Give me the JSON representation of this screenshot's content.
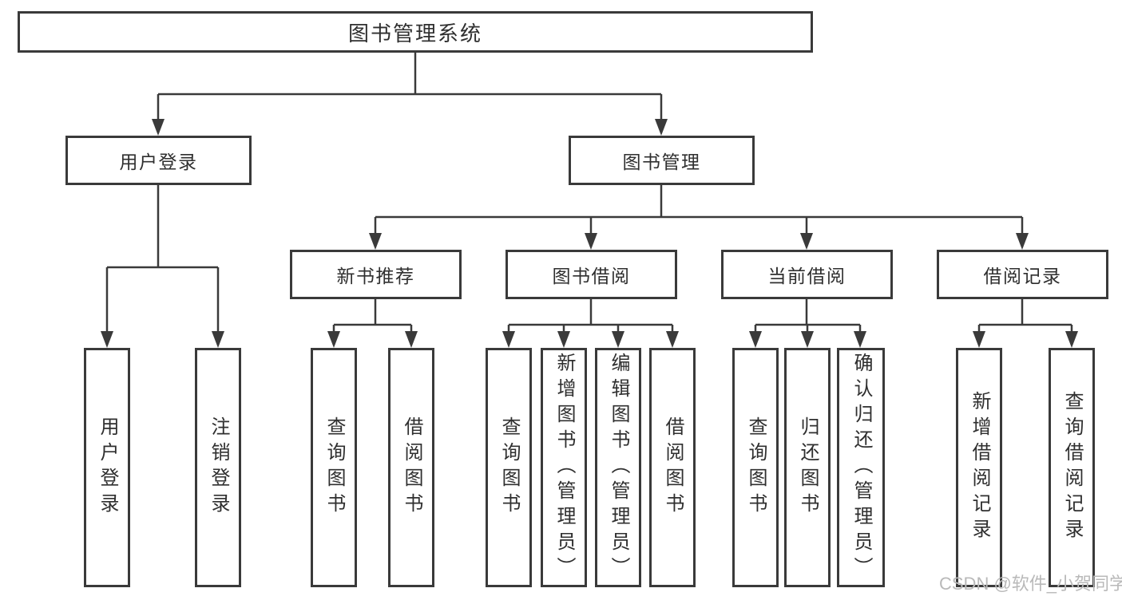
{
  "diagram": {
    "root": {
      "label": "图书管理系统"
    },
    "branches": [
      {
        "label": "用户登录",
        "children": [
          {
            "label": "用户登录"
          },
          {
            "label": "注销登录"
          }
        ]
      },
      {
        "label": "图书管理",
        "children": [
          {
            "label": "新书推荐",
            "children": [
              {
                "label": "查询图书"
              },
              {
                "label": "借阅图书"
              }
            ]
          },
          {
            "label": "图书借阅",
            "children": [
              {
                "label": "查询图书"
              },
              {
                "label": "新增图书（管理员）"
              },
              {
                "label": "编辑图书（管理员）"
              },
              {
                "label": "借阅图书"
              }
            ]
          },
          {
            "label": "当前借阅",
            "children": [
              {
                "label": "查询图书"
              },
              {
                "label": "归还图书"
              },
              {
                "label": "确认归还（管理员）"
              }
            ]
          },
          {
            "label": "借阅记录",
            "children": [
              {
                "label": "新增借阅记录"
              },
              {
                "label": "查询借阅记录"
              }
            ]
          }
        ]
      }
    ]
  },
  "watermark": {
    "text": "CSDN @软件_小贺同学"
  },
  "colors": {
    "line": "#3a3a3a",
    "text": "#2f2f2f",
    "watermark": "#b9b9b9",
    "background": "#ffffff"
  }
}
